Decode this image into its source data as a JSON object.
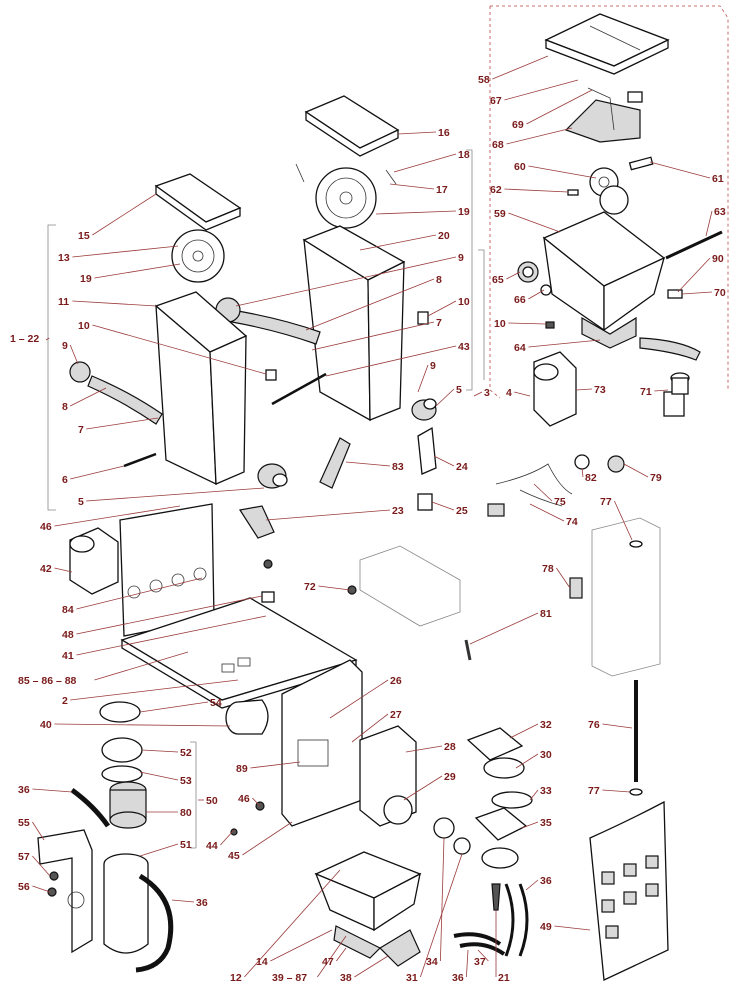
{
  "callouts": [
    {
      "id": "c58",
      "text": "58"
    },
    {
      "id": "c67",
      "text": "67"
    },
    {
      "id": "c69",
      "text": "69"
    },
    {
      "id": "c68",
      "text": "68"
    },
    {
      "id": "c60",
      "text": "60"
    },
    {
      "id": "c61",
      "text": "61"
    },
    {
      "id": "c62",
      "text": "62"
    },
    {
      "id": "c59",
      "text": "59"
    },
    {
      "id": "c63",
      "text": "63"
    },
    {
      "id": "c65",
      "text": "65"
    },
    {
      "id": "c66",
      "text": "66"
    },
    {
      "id": "c90",
      "text": "90"
    },
    {
      "id": "c70",
      "text": "70"
    },
    {
      "id": "c10c",
      "text": "10"
    },
    {
      "id": "c64",
      "text": "64"
    },
    {
      "id": "c73",
      "text": "73"
    },
    {
      "id": "c71",
      "text": "71"
    },
    {
      "id": "c3",
      "text": "3"
    },
    {
      "id": "c4",
      "text": "4"
    },
    {
      "id": "c16",
      "text": "16"
    },
    {
      "id": "c18",
      "text": "18"
    },
    {
      "id": "c17",
      "text": "17"
    },
    {
      "id": "c19b",
      "text": "19"
    },
    {
      "id": "c20",
      "text": "20"
    },
    {
      "id": "c9b",
      "text": "9"
    },
    {
      "id": "c8b",
      "text": "8"
    },
    {
      "id": "c10b",
      "text": "10"
    },
    {
      "id": "c7b",
      "text": "7"
    },
    {
      "id": "c43",
      "text": "43"
    },
    {
      "id": "c9c",
      "text": "9"
    },
    {
      "id": "c5b",
      "text": "5"
    },
    {
      "id": "c15",
      "text": "15"
    },
    {
      "id": "c13",
      "text": "13"
    },
    {
      "id": "c19a",
      "text": "19"
    },
    {
      "id": "c11",
      "text": "11"
    },
    {
      "id": "c1_22",
      "text": "1 – 22"
    },
    {
      "id": "c10a",
      "text": "10"
    },
    {
      "id": "c9a",
      "text": "9"
    },
    {
      "id": "c8a",
      "text": "8"
    },
    {
      "id": "c7a",
      "text": "7"
    },
    {
      "id": "c6",
      "text": "6"
    },
    {
      "id": "c5a",
      "text": "5"
    },
    {
      "id": "c83",
      "text": "83"
    },
    {
      "id": "c24",
      "text": "24"
    },
    {
      "id": "c82",
      "text": "82"
    },
    {
      "id": "c79",
      "text": "79"
    },
    {
      "id": "c75",
      "text": "75"
    },
    {
      "id": "c74",
      "text": "74"
    },
    {
      "id": "c23",
      "text": "23"
    },
    {
      "id": "c25",
      "text": "25"
    },
    {
      "id": "c77a",
      "text": "77"
    },
    {
      "id": "c46a",
      "text": "46"
    },
    {
      "id": "c42",
      "text": "42"
    },
    {
      "id": "c72",
      "text": "72"
    },
    {
      "id": "c78",
      "text": "78"
    },
    {
      "id": "c84",
      "text": "84"
    },
    {
      "id": "c48",
      "text": "48"
    },
    {
      "id": "c81",
      "text": "81"
    },
    {
      "id": "c41",
      "text": "41"
    },
    {
      "id": "c85_86_88",
      "text": "85 – 86 – 88"
    },
    {
      "id": "c2",
      "text": "2"
    },
    {
      "id": "c26",
      "text": "26"
    },
    {
      "id": "c54",
      "text": "54"
    },
    {
      "id": "c40",
      "text": "40"
    },
    {
      "id": "c27",
      "text": "27"
    },
    {
      "id": "c32",
      "text": "32"
    },
    {
      "id": "c76",
      "text": "76"
    },
    {
      "id": "c28",
      "text": "28"
    },
    {
      "id": "c30",
      "text": "30"
    },
    {
      "id": "c52",
      "text": "52"
    },
    {
      "id": "c89",
      "text": "89"
    },
    {
      "id": "c53",
      "text": "53"
    },
    {
      "id": "c29",
      "text": "29"
    },
    {
      "id": "c36a",
      "text": "36"
    },
    {
      "id": "c50",
      "text": "50"
    },
    {
      "id": "c33",
      "text": "33"
    },
    {
      "id": "c77b",
      "text": "77"
    },
    {
      "id": "c80",
      "text": "80"
    },
    {
      "id": "c46b",
      "text": "46"
    },
    {
      "id": "c35",
      "text": "35"
    },
    {
      "id": "c55",
      "text": "55"
    },
    {
      "id": "c44",
      "text": "44"
    },
    {
      "id": "c45",
      "text": "45"
    },
    {
      "id": "c51",
      "text": "51"
    },
    {
      "id": "c57",
      "text": "57"
    },
    {
      "id": "c36b",
      "text": "36"
    },
    {
      "id": "c56",
      "text": "56"
    },
    {
      "id": "c36c",
      "text": "36"
    },
    {
      "id": "c49",
      "text": "49"
    },
    {
      "id": "c12",
      "text": "12"
    },
    {
      "id": "c14",
      "text": "14"
    },
    {
      "id": "c39_87",
      "text": "39 – 87"
    },
    {
      "id": "c47",
      "text": "47"
    },
    {
      "id": "c38",
      "text": "38"
    },
    {
      "id": "c31",
      "text": "31"
    },
    {
      "id": "c34",
      "text": "34"
    },
    {
      "id": "c36d",
      "text": "36"
    },
    {
      "id": "c37",
      "text": "37"
    },
    {
      "id": "c21",
      "text": "21"
    }
  ],
  "colors": {
    "callout": "#7a1a1a",
    "leader": "#9a3a3a",
    "line": "#111111"
  }
}
